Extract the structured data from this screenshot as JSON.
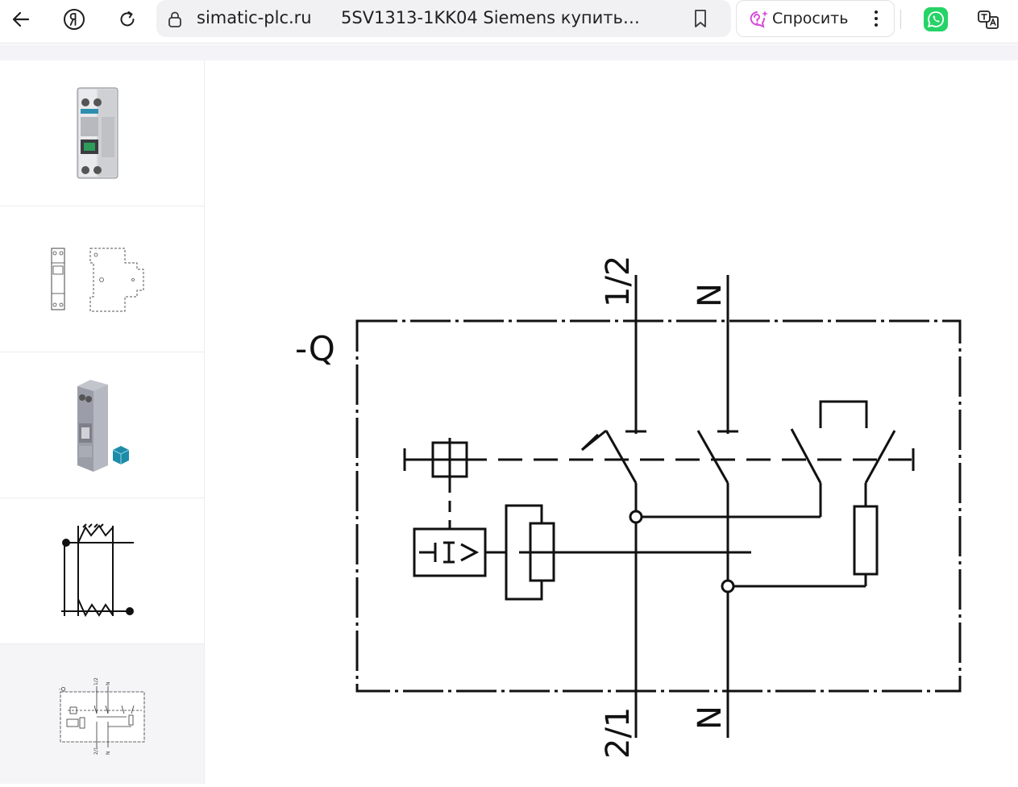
{
  "browser": {
    "address": {
      "domain": "simatic-plc.ru",
      "page_title": "5SV1313-1KK04 Siemens купить…"
    },
    "ask_button": {
      "label": "Спросить"
    }
  },
  "diagram": {
    "device_label": "-Q",
    "terminals": {
      "top_left": "1/2",
      "top_right": "N",
      "bottom_left": "2/1",
      "bottom_right": "N"
    }
  },
  "colors": {
    "toolbar_bg": "#ffffff",
    "address_bg": "#f1f1f4",
    "ask_icon": "#d64bd9",
    "whatsapp": "#25d366",
    "diagram_stroke": "#111111"
  }
}
